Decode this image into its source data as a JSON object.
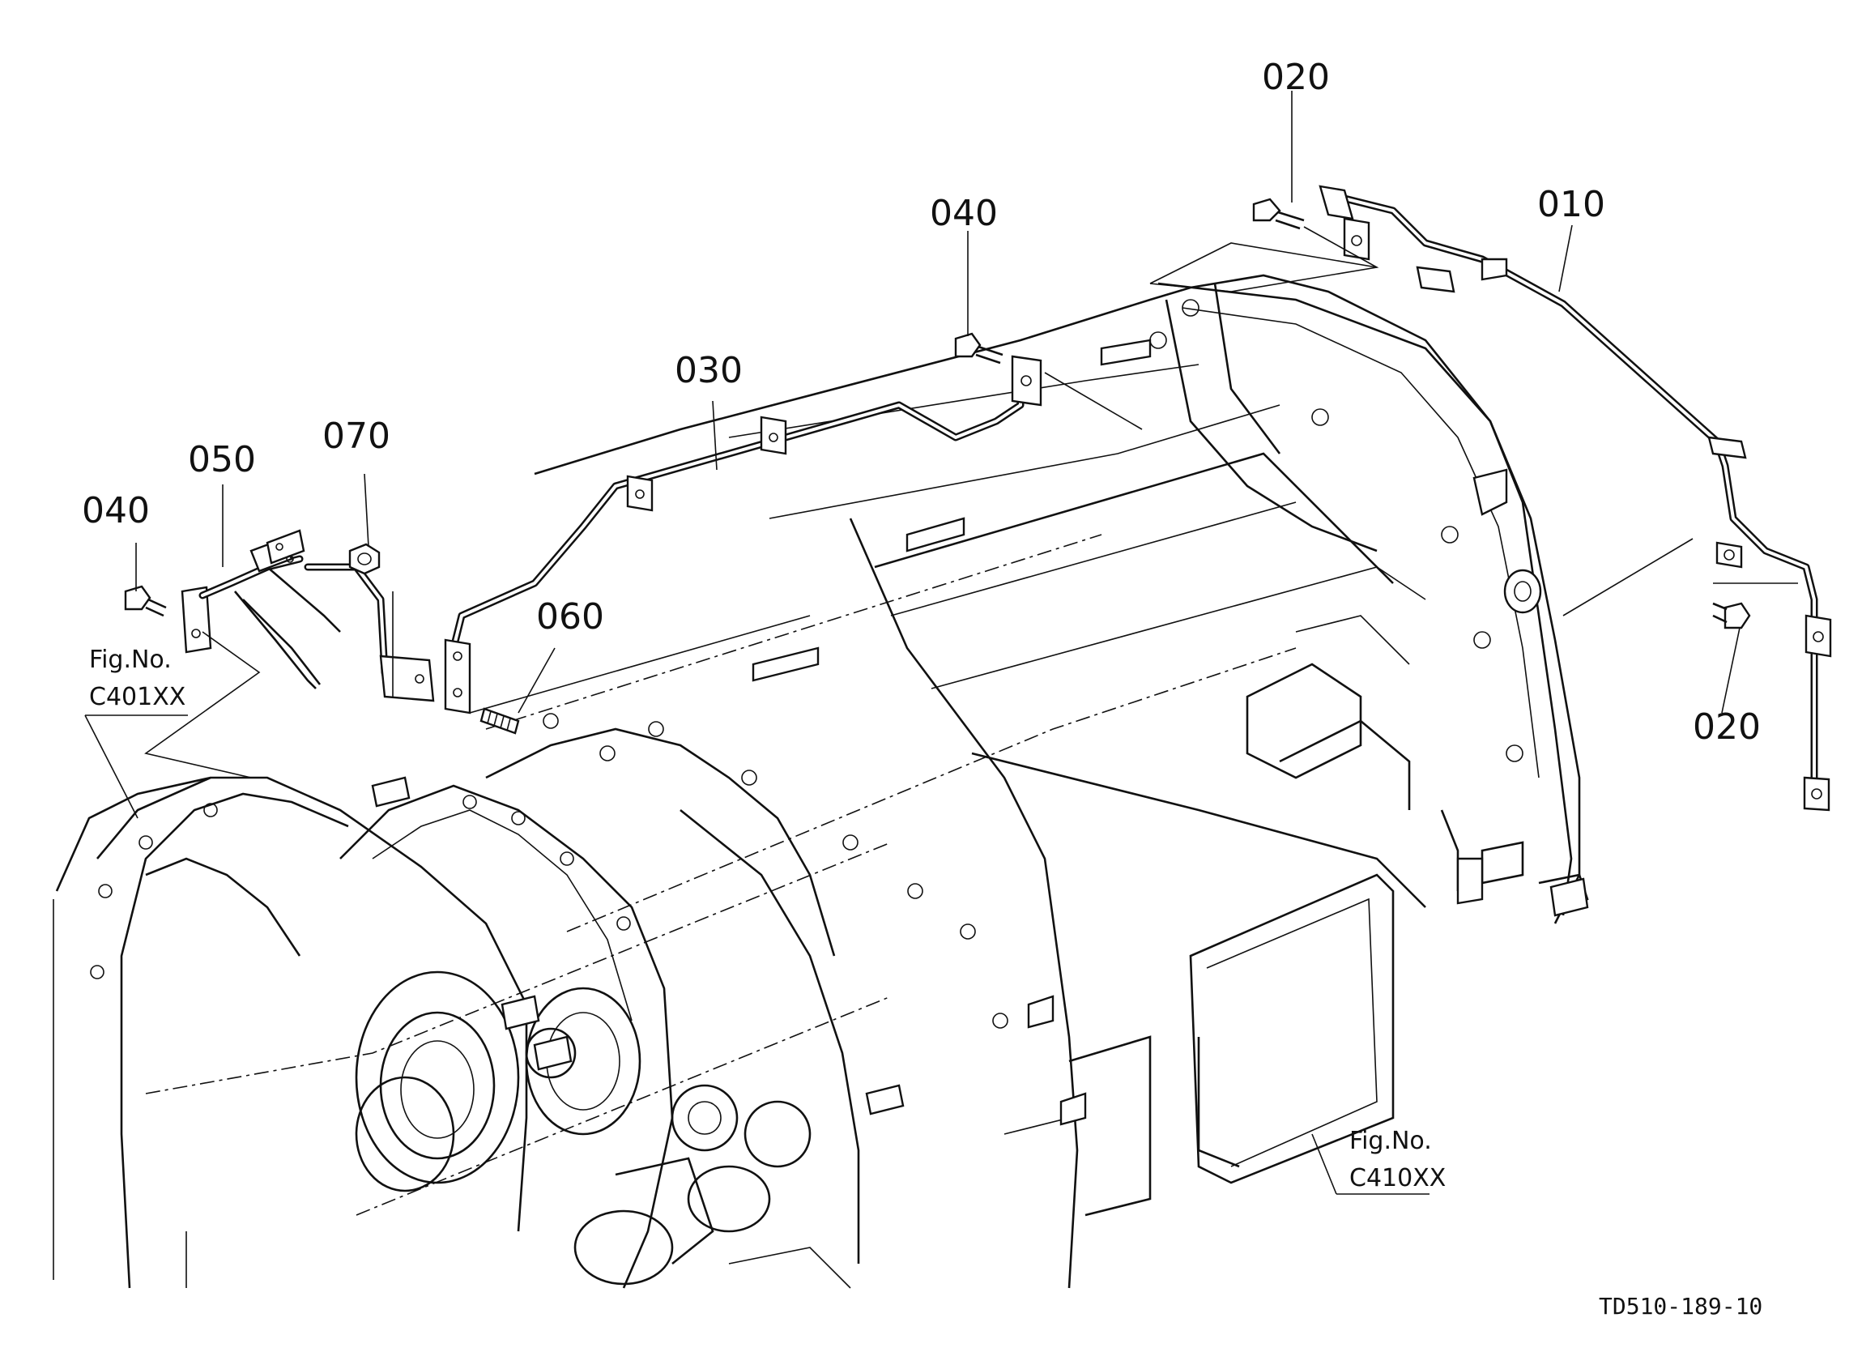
{
  "labels": {
    "p010": "010",
    "p020_top": "020",
    "p020_right": "020",
    "p030": "030",
    "p040_mid": "040",
    "p040_left": "040",
    "p050": "050",
    "p060": "060",
    "p070": "070"
  },
  "figure_refs": {
    "left_title": "Fig.No.",
    "left_code": "C401XX",
    "right_title": "Fig.No.",
    "right_code": "C410XX"
  },
  "drawing_number": "TD510-189-10"
}
